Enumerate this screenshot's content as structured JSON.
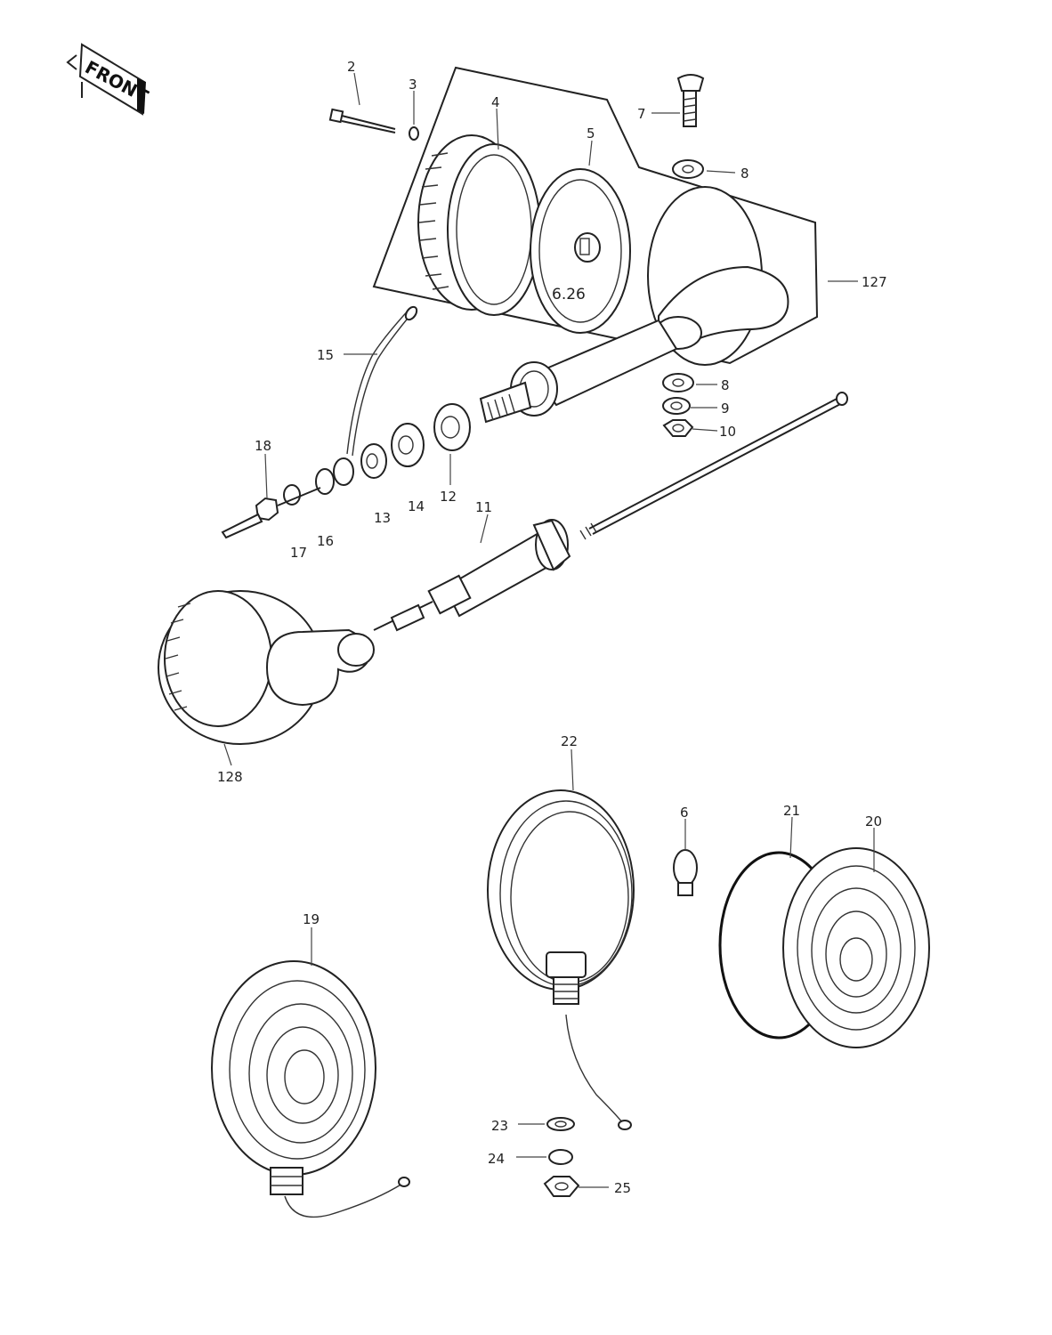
{
  "front_badge": "FRONT",
  "bulb_marking": "6.26",
  "callouts": [
    {
      "id": "2",
      "text": "2"
    },
    {
      "id": "3",
      "text": "3"
    },
    {
      "id": "4",
      "text": "4"
    },
    {
      "id": "5",
      "text": "5"
    },
    {
      "id": "7",
      "text": "7"
    },
    {
      "id": "8a",
      "text": "8"
    },
    {
      "id": "127",
      "text": "127"
    },
    {
      "id": "15",
      "text": "15"
    },
    {
      "id": "8b",
      "text": "8"
    },
    {
      "id": "9",
      "text": "9"
    },
    {
      "id": "10",
      "text": "10"
    },
    {
      "id": "18",
      "text": "18"
    },
    {
      "id": "17",
      "text": "17"
    },
    {
      "id": "16",
      "text": "16"
    },
    {
      "id": "13",
      "text": "13"
    },
    {
      "id": "14",
      "text": "14"
    },
    {
      "id": "12",
      "text": "12"
    },
    {
      "id": "11",
      "text": "11"
    },
    {
      "id": "128",
      "text": "128"
    },
    {
      "id": "22",
      "text": "22"
    },
    {
      "id": "6",
      "text": "6"
    },
    {
      "id": "21",
      "text": "21"
    },
    {
      "id": "20",
      "text": "20"
    },
    {
      "id": "19",
      "text": "19"
    },
    {
      "id": "23",
      "text": "23"
    },
    {
      "id": "24",
      "text": "24"
    },
    {
      "id": "25",
      "text": "25"
    }
  ]
}
